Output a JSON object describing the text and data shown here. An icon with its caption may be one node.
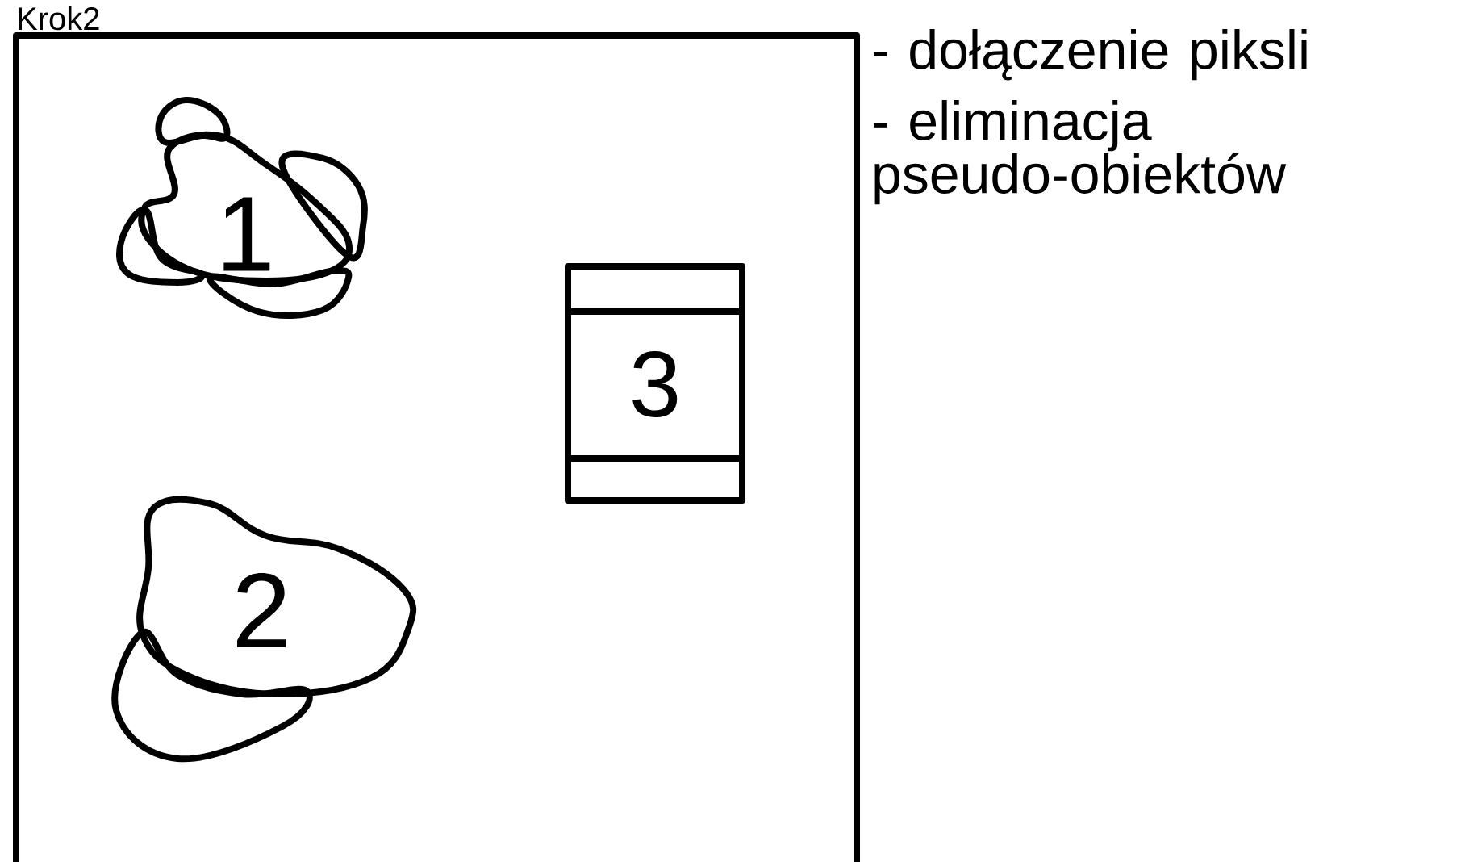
{
  "diagram": {
    "title": "Krok2",
    "nodes": [
      {
        "text": [],
        "shape": "box"
      },
      {
        "text": [
          "1"
        ],
        "in": 0
      },
      {
        "text": [
          "3"
        ],
        "in": 0
      },
      {
        "text": [
          "2"
        ],
        "in": 0
      }
    ],
    "labels": [
      "- dołączenie piksli",
      "- eliminacja pseudo-obiektów"
    ]
  }
}
